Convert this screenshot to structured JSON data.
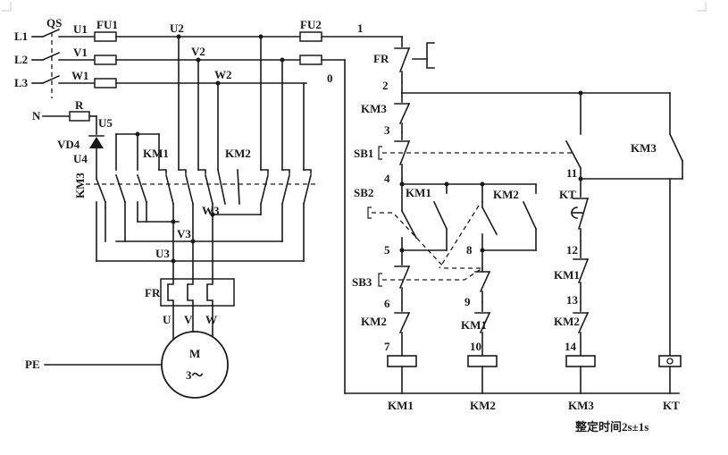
{
  "labels": {
    "QS": "QS",
    "L1": "L1",
    "L2": "L2",
    "L3": "L3",
    "N": "N",
    "U1": "U1",
    "V1": "V1",
    "W1": "W1",
    "R": "R",
    "U5": "U5",
    "VD4": "VD4",
    "U4": "U4",
    "KM3": "KM3",
    "FU1": "FU1",
    "U2": "U2",
    "V2": "V2",
    "W2": "W2",
    "FU2": "FU2",
    "KM1": "KM1",
    "KM2": "KM2",
    "W3": "W3",
    "V3": "V3",
    "U3": "U3",
    "FR": "FR",
    "U": "U",
    "V": "V",
    "W": "W",
    "motor_M": "M",
    "motor_phase": "3～",
    "PE": "PE",
    "n1": "1",
    "n0": "0",
    "n2": "2",
    "n3": "3",
    "n4": "4",
    "n5": "5",
    "n6": "6",
    "n7": "7",
    "n8": "8",
    "n9": "9",
    "n10": "10",
    "n11": "11",
    "n12": "12",
    "n13": "13",
    "n14": "14",
    "SB1": "SB1",
    "SB2": "SB2",
    "SB3": "SB3",
    "KT": "KT",
    "coil_KM1": "KM1",
    "coil_KM2": "KM2",
    "coil_KM3": "KM3",
    "coil_KT": "KT",
    "timer_setting": "整定时间2s±1s"
  }
}
